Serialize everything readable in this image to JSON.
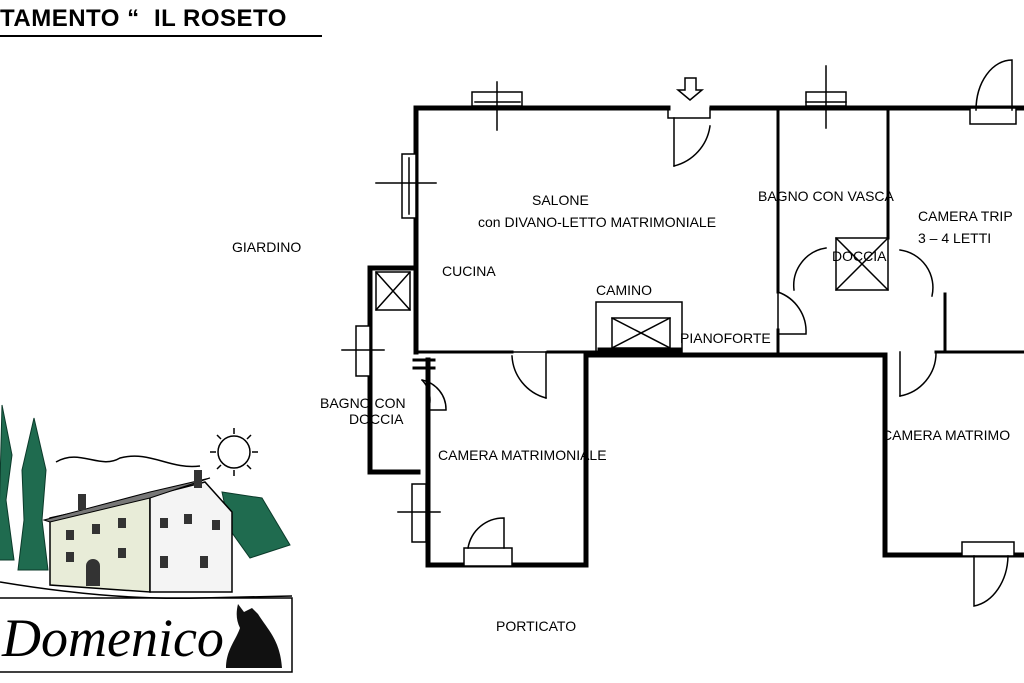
{
  "title": "TAMENTO “  IL ROSETO",
  "rooms": {
    "salone_line1": "SALONE",
    "salone_line2": "con  DIVANO-LETTO  MATRIMONIALE",
    "bagno_vasca": "BAGNO CON VASCA",
    "camera_tripla_line1": "CAMERA  TRIP",
    "camera_tripla_line2": "3 – 4 LETTI",
    "doccia": "DOCCIA",
    "cucina": "CUCINA",
    "camino": "CAMINO",
    "pianoforte": "PIANOFORTE",
    "bagno_doccia_line1": "BAGNO CON",
    "bagno_doccia_line2": "DOCCIA",
    "camera_matrimoniale": "CAMERA MATRIMONIALE",
    "camera_matrimoniale_right": "CAMERA MATRIMO"
  },
  "outside": {
    "giardino": "GIARDINO",
    "porticato": "PORTICATO"
  },
  "logo": {
    "text": "Domenico"
  }
}
